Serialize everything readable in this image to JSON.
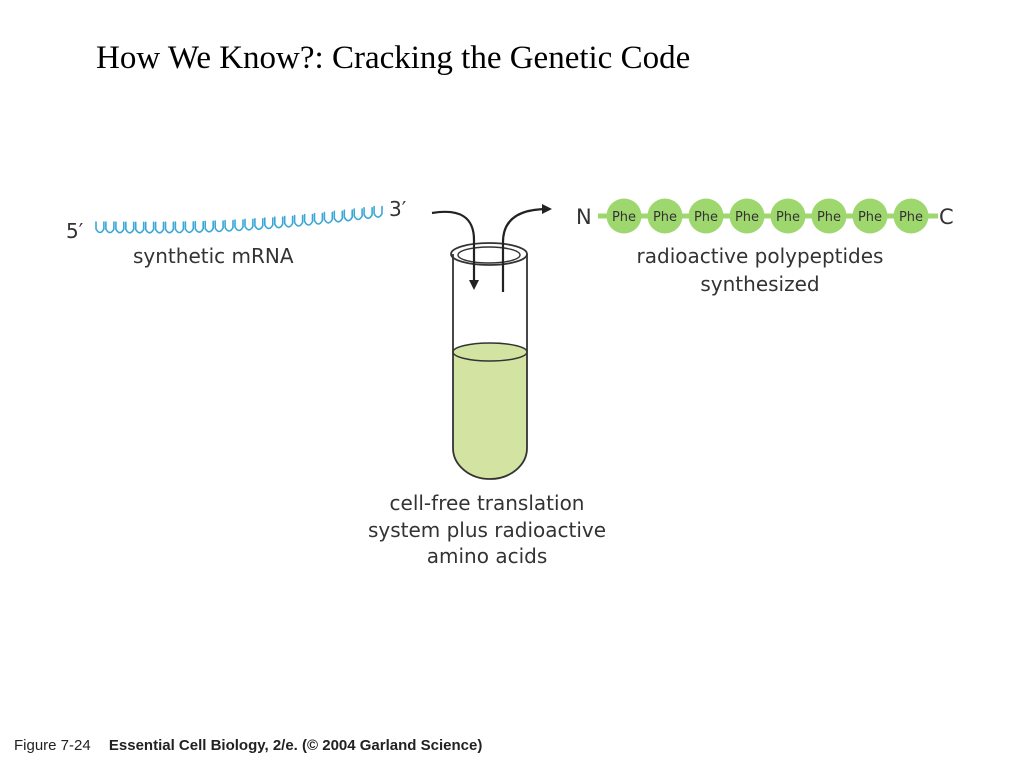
{
  "title": "How We Know?: Cracking the Genetic Code",
  "diagram": {
    "mrna": {
      "five_prime": "5′",
      "three_prime": "3′",
      "sequence": "UUUUUUUUUUUUUUUUUUUUUUUUUUUUU",
      "label": "synthetic mRNA"
    },
    "tube": {
      "label_lines": [
        "cell-free translation",
        "system plus radioactive",
        "amino acids"
      ]
    },
    "polypeptide": {
      "n_terminus": "N",
      "c_terminus": "C",
      "residues": [
        "Phe",
        "Phe",
        "Phe",
        "Phe",
        "Phe",
        "Phe",
        "Phe",
        "Phe"
      ],
      "label_lines": [
        "radioactive polypeptides",
        "synthesized"
      ]
    }
  },
  "colors": {
    "mrna": "#3aa7d6",
    "liquid": "#d3e4a2",
    "bead": "#9fd76f",
    "backbone": "#9fd76f"
  },
  "caption": {
    "figure": "Figure 7-24",
    "source": "Essential Cell Biology, 2/e. (© 2004 Garland Science)"
  }
}
